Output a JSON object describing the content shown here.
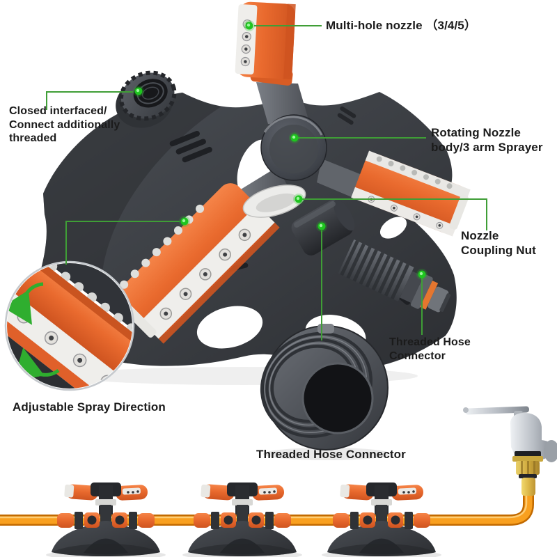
{
  "title": "3-arm rotating garden sprinkler annotated diagram",
  "labels": {
    "multi_hole_nozzle": "Multi-hole nozzle （3/4/5）",
    "closed_interface": "Closed interfaced/\nConnect additionally\nthreaded",
    "rotating_body": "Rotating Nozzle\nbody/3 arm Sprayer",
    "coupling_nut": "Nozzle\nCoupling Nut",
    "hose_connector_right": "Threaded Hose\nConnector",
    "hose_connector_bottom": "Threaded Hose Connector",
    "adjustable_spray": "Adjustable Spray Direction"
  },
  "colors": {
    "annotation_line_green": "#3f9e36",
    "annotation_dot_green": "#1fc51f",
    "nozzle_orange": "#e96a2e",
    "body_charcoal": "#3c4046",
    "hose_orange": "#f9a01f",
    "brass": "#d8b84e",
    "chrome": "#c7ccd2",
    "text": "#1b1b1b",
    "background": "#ffffff"
  }
}
